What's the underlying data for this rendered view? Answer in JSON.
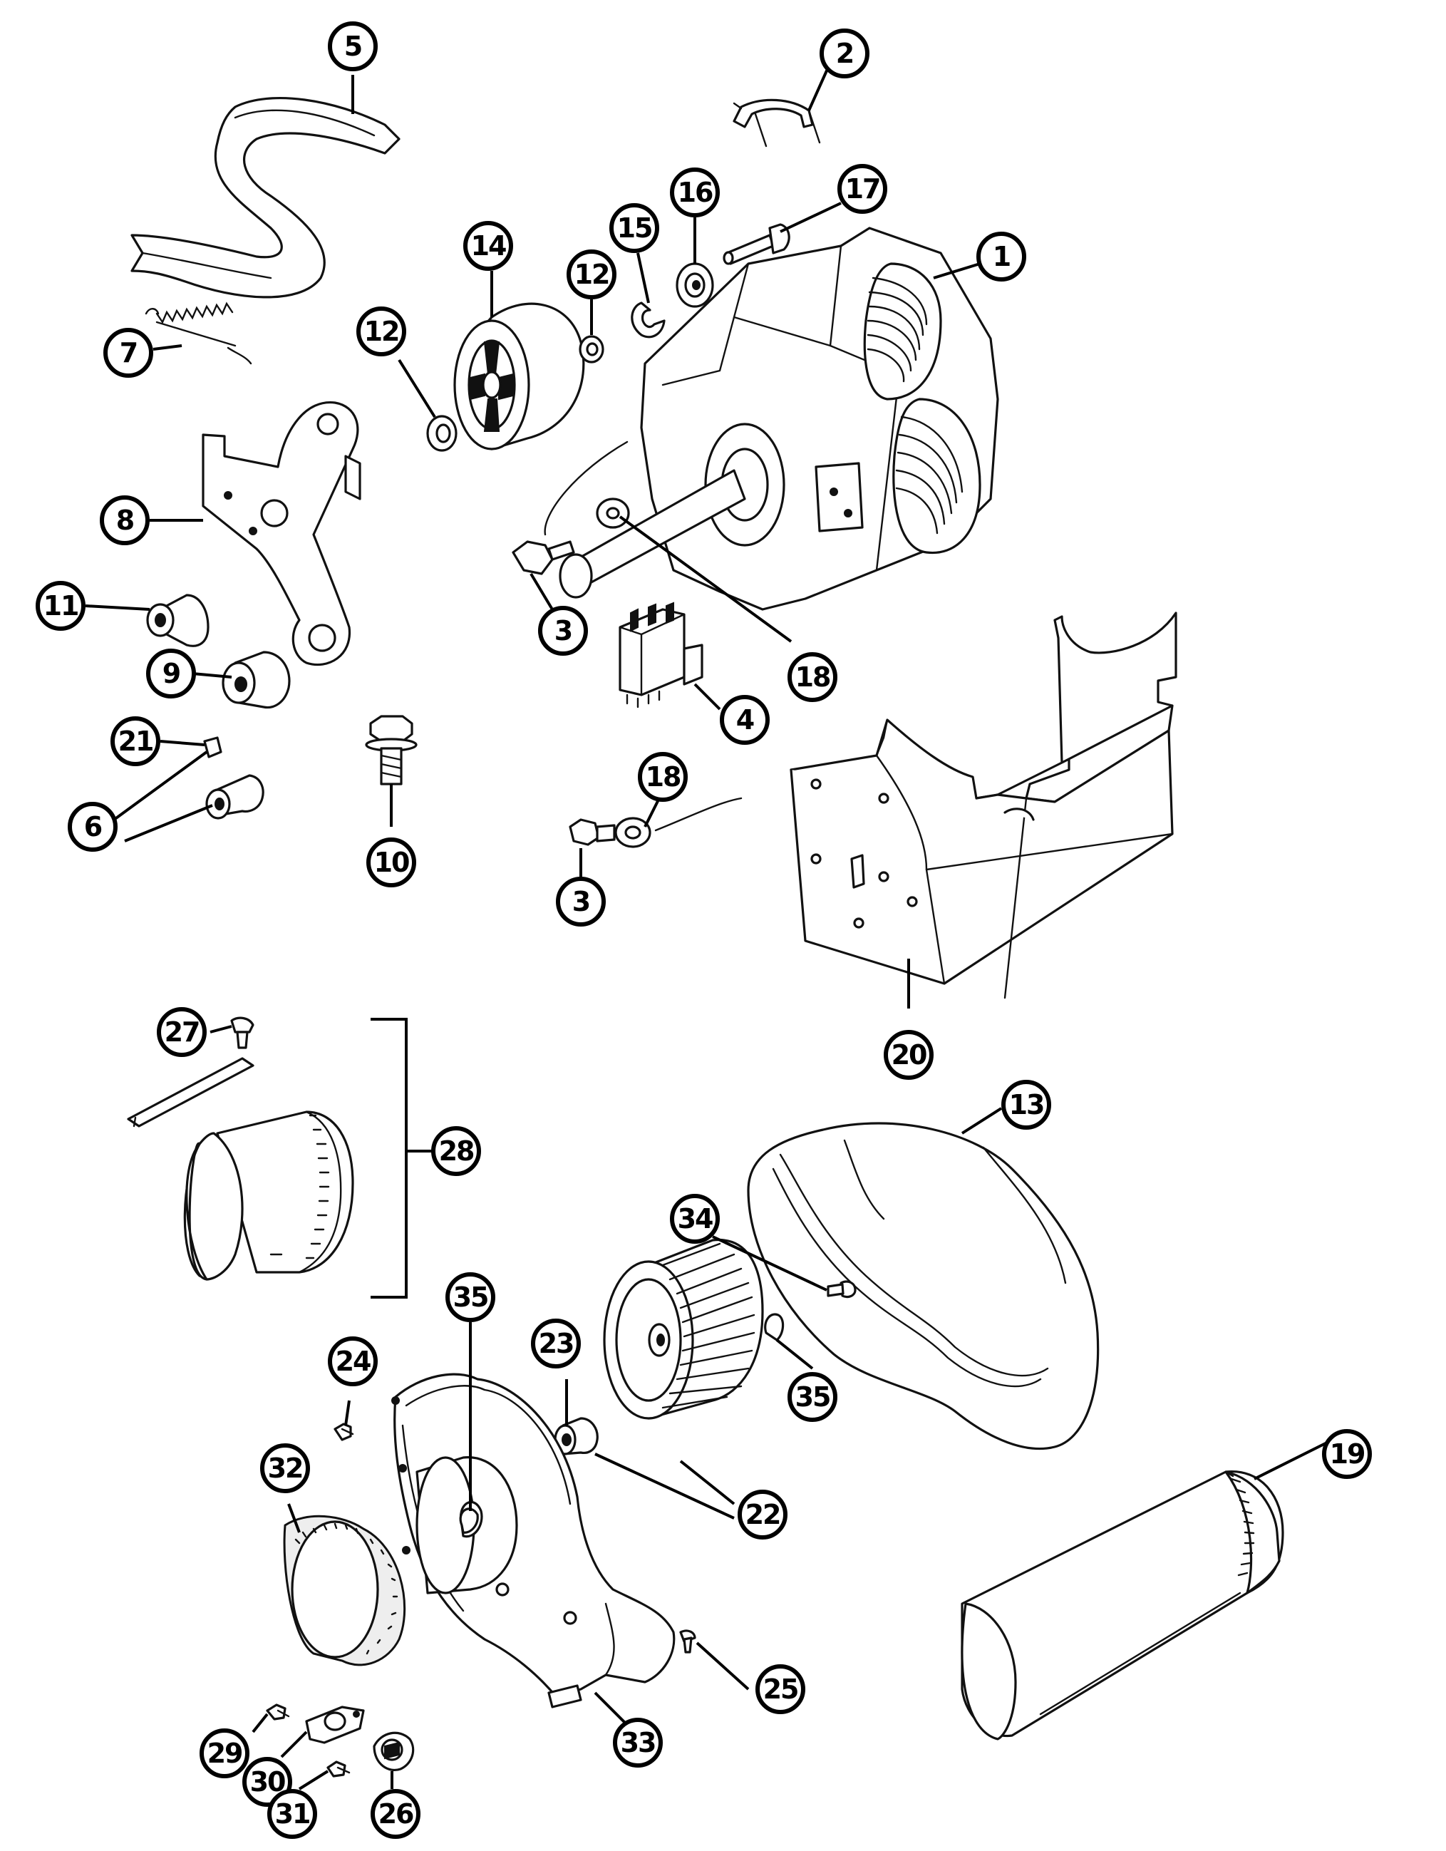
{
  "callouts": [
    {
      "id": "c1",
      "label": "1"
    },
    {
      "id": "c2",
      "label": "2"
    },
    {
      "id": "c3a",
      "label": "3"
    },
    {
      "id": "c3b",
      "label": "3"
    },
    {
      "id": "c4",
      "label": "4"
    },
    {
      "id": "c5",
      "label": "5"
    },
    {
      "id": "c6",
      "label": "6"
    },
    {
      "id": "c7",
      "label": "7"
    },
    {
      "id": "c8",
      "label": "8"
    },
    {
      "id": "c9",
      "label": "9"
    },
    {
      "id": "c10",
      "label": "10"
    },
    {
      "id": "c11",
      "label": "11"
    },
    {
      "id": "c12a",
      "label": "12"
    },
    {
      "id": "c12b",
      "label": "12"
    },
    {
      "id": "c13",
      "label": "13"
    },
    {
      "id": "c14",
      "label": "14"
    },
    {
      "id": "c15",
      "label": "15"
    },
    {
      "id": "c16",
      "label": "16"
    },
    {
      "id": "c17",
      "label": "17"
    },
    {
      "id": "c18a",
      "label": "18"
    },
    {
      "id": "c18b",
      "label": "18"
    },
    {
      "id": "c19",
      "label": "19"
    },
    {
      "id": "c20",
      "label": "20"
    },
    {
      "id": "c21",
      "label": "21"
    },
    {
      "id": "c22",
      "label": "22"
    },
    {
      "id": "c23",
      "label": "23"
    },
    {
      "id": "c24",
      "label": "24"
    },
    {
      "id": "c25",
      "label": "25"
    },
    {
      "id": "c26",
      "label": "26"
    },
    {
      "id": "c27",
      "label": "27"
    },
    {
      "id": "c28",
      "label": "28"
    },
    {
      "id": "c29",
      "label": "29"
    },
    {
      "id": "c30",
      "label": "30"
    },
    {
      "id": "c31",
      "label": "31"
    },
    {
      "id": "c32",
      "label": "32"
    },
    {
      "id": "c33",
      "label": "33"
    },
    {
      "id": "c34",
      "label": "34"
    },
    {
      "id": "c35a",
      "label": "35"
    },
    {
      "id": "c35b",
      "label": "35"
    },
    {
      "id": "c35c",
      "label": "35"
    }
  ]
}
